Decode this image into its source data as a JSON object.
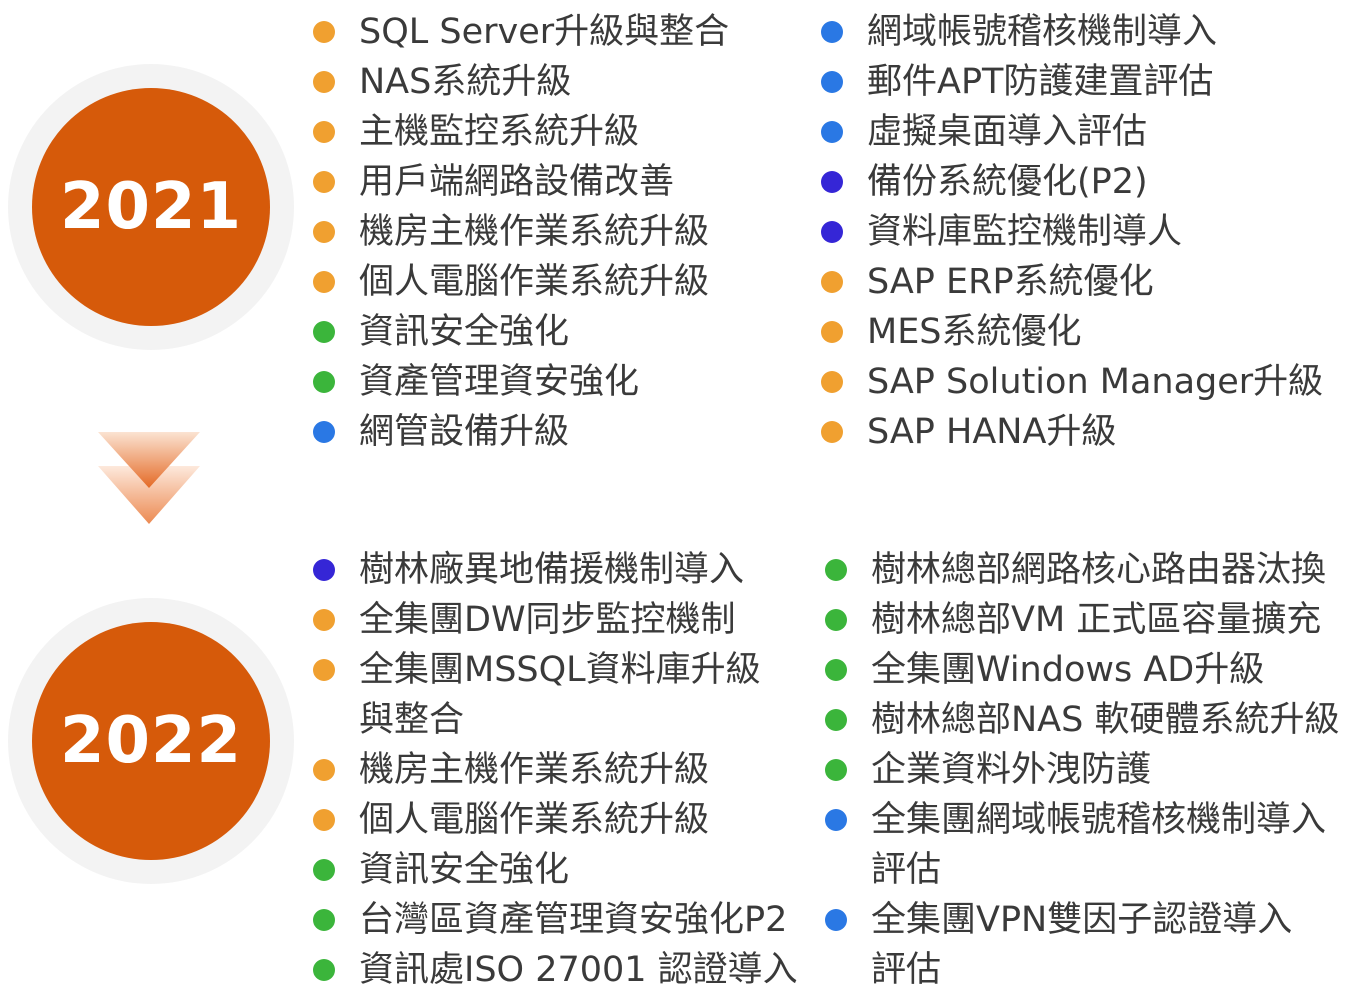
{
  "colors": {
    "orange": "#f0a030",
    "green": "#3bb53b",
    "blue": "#2a78e4",
    "purple": "#3526d6",
    "circle": "#d65a0a",
    "circle_ring": "#f3f3f3",
    "arrow": "#e8783a"
  },
  "years": [
    {
      "label": "2021",
      "left": [
        {
          "text": "SQL Server升級與整合",
          "dot": "orange"
        },
        {
          "text": "NAS系統升級",
          "dot": "orange"
        },
        {
          "text": "主機監控系統升級",
          "dot": "orange"
        },
        {
          "text": "用戶端網路設備改善",
          "dot": "orange"
        },
        {
          "text": "機房主機作業系統升級",
          "dot": "orange"
        },
        {
          "text": "個人電腦作業系統升級",
          "dot": "orange"
        },
        {
          "text": "資訊安全強化",
          "dot": "green"
        },
        {
          "text": "資產管理資安強化",
          "dot": "green"
        },
        {
          "text": "網管設備升級",
          "dot": "blue"
        }
      ],
      "right": [
        {
          "text": "網域帳號稽核機制導入",
          "dot": "blue"
        },
        {
          "text": "郵件APT防護建置評估",
          "dot": "blue"
        },
        {
          "text": "虛擬桌面導入評估",
          "dot": "blue"
        },
        {
          "text": "備份系統優化(P2)",
          "dot": "purple"
        },
        {
          "text": "資料庫監控機制導人",
          "dot": "purple"
        },
        {
          "text": "SAP ERP系統優化",
          "dot": "orange"
        },
        {
          "text": "MES系統優化",
          "dot": "orange"
        },
        {
          "text": "SAP Solution Manager升級",
          "dot": "orange"
        },
        {
          "text": "SAP HANA升級",
          "dot": "orange"
        }
      ]
    },
    {
      "label": "2022",
      "left": [
        {
          "text": "樹林廠異地備援機制導入",
          "dot": "purple"
        },
        {
          "text": "全集團DW同步監控機制",
          "dot": "orange"
        },
        {
          "text": "全集團MSSQL資料庫升級",
          "cont": "與整合",
          "dot": "orange"
        },
        {
          "text": "機房主機作業系統升級",
          "dot": "orange"
        },
        {
          "text": "個人電腦作業系統升級",
          "dot": "orange"
        },
        {
          "text": "資訊安全強化",
          "dot": "green"
        },
        {
          "text": "台灣區資產管理資安強化P2",
          "dot": "green"
        },
        {
          "text": "資訊處ISO 27001 認證導入",
          "dot": "green"
        }
      ],
      "right": [
        {
          "text": "樹林總部網路核心路由器汰換",
          "dot": "green"
        },
        {
          "text": "樹林總部VM 正式區容量擴充",
          "dot": "green"
        },
        {
          "text": "全集團Windows AD升級",
          "dot": "green"
        },
        {
          "text": "樹林總部NAS 軟硬體系統升級",
          "dot": "green"
        },
        {
          "text": "企業資料外洩防護",
          "dot": "green"
        },
        {
          "text": "全集團網域帳號稽核機制導入",
          "cont": "評估",
          "dot": "blue"
        },
        {
          "text": "全集團VPN雙因子認證導入",
          "cont": "評估",
          "dot": "blue"
        }
      ]
    }
  ]
}
